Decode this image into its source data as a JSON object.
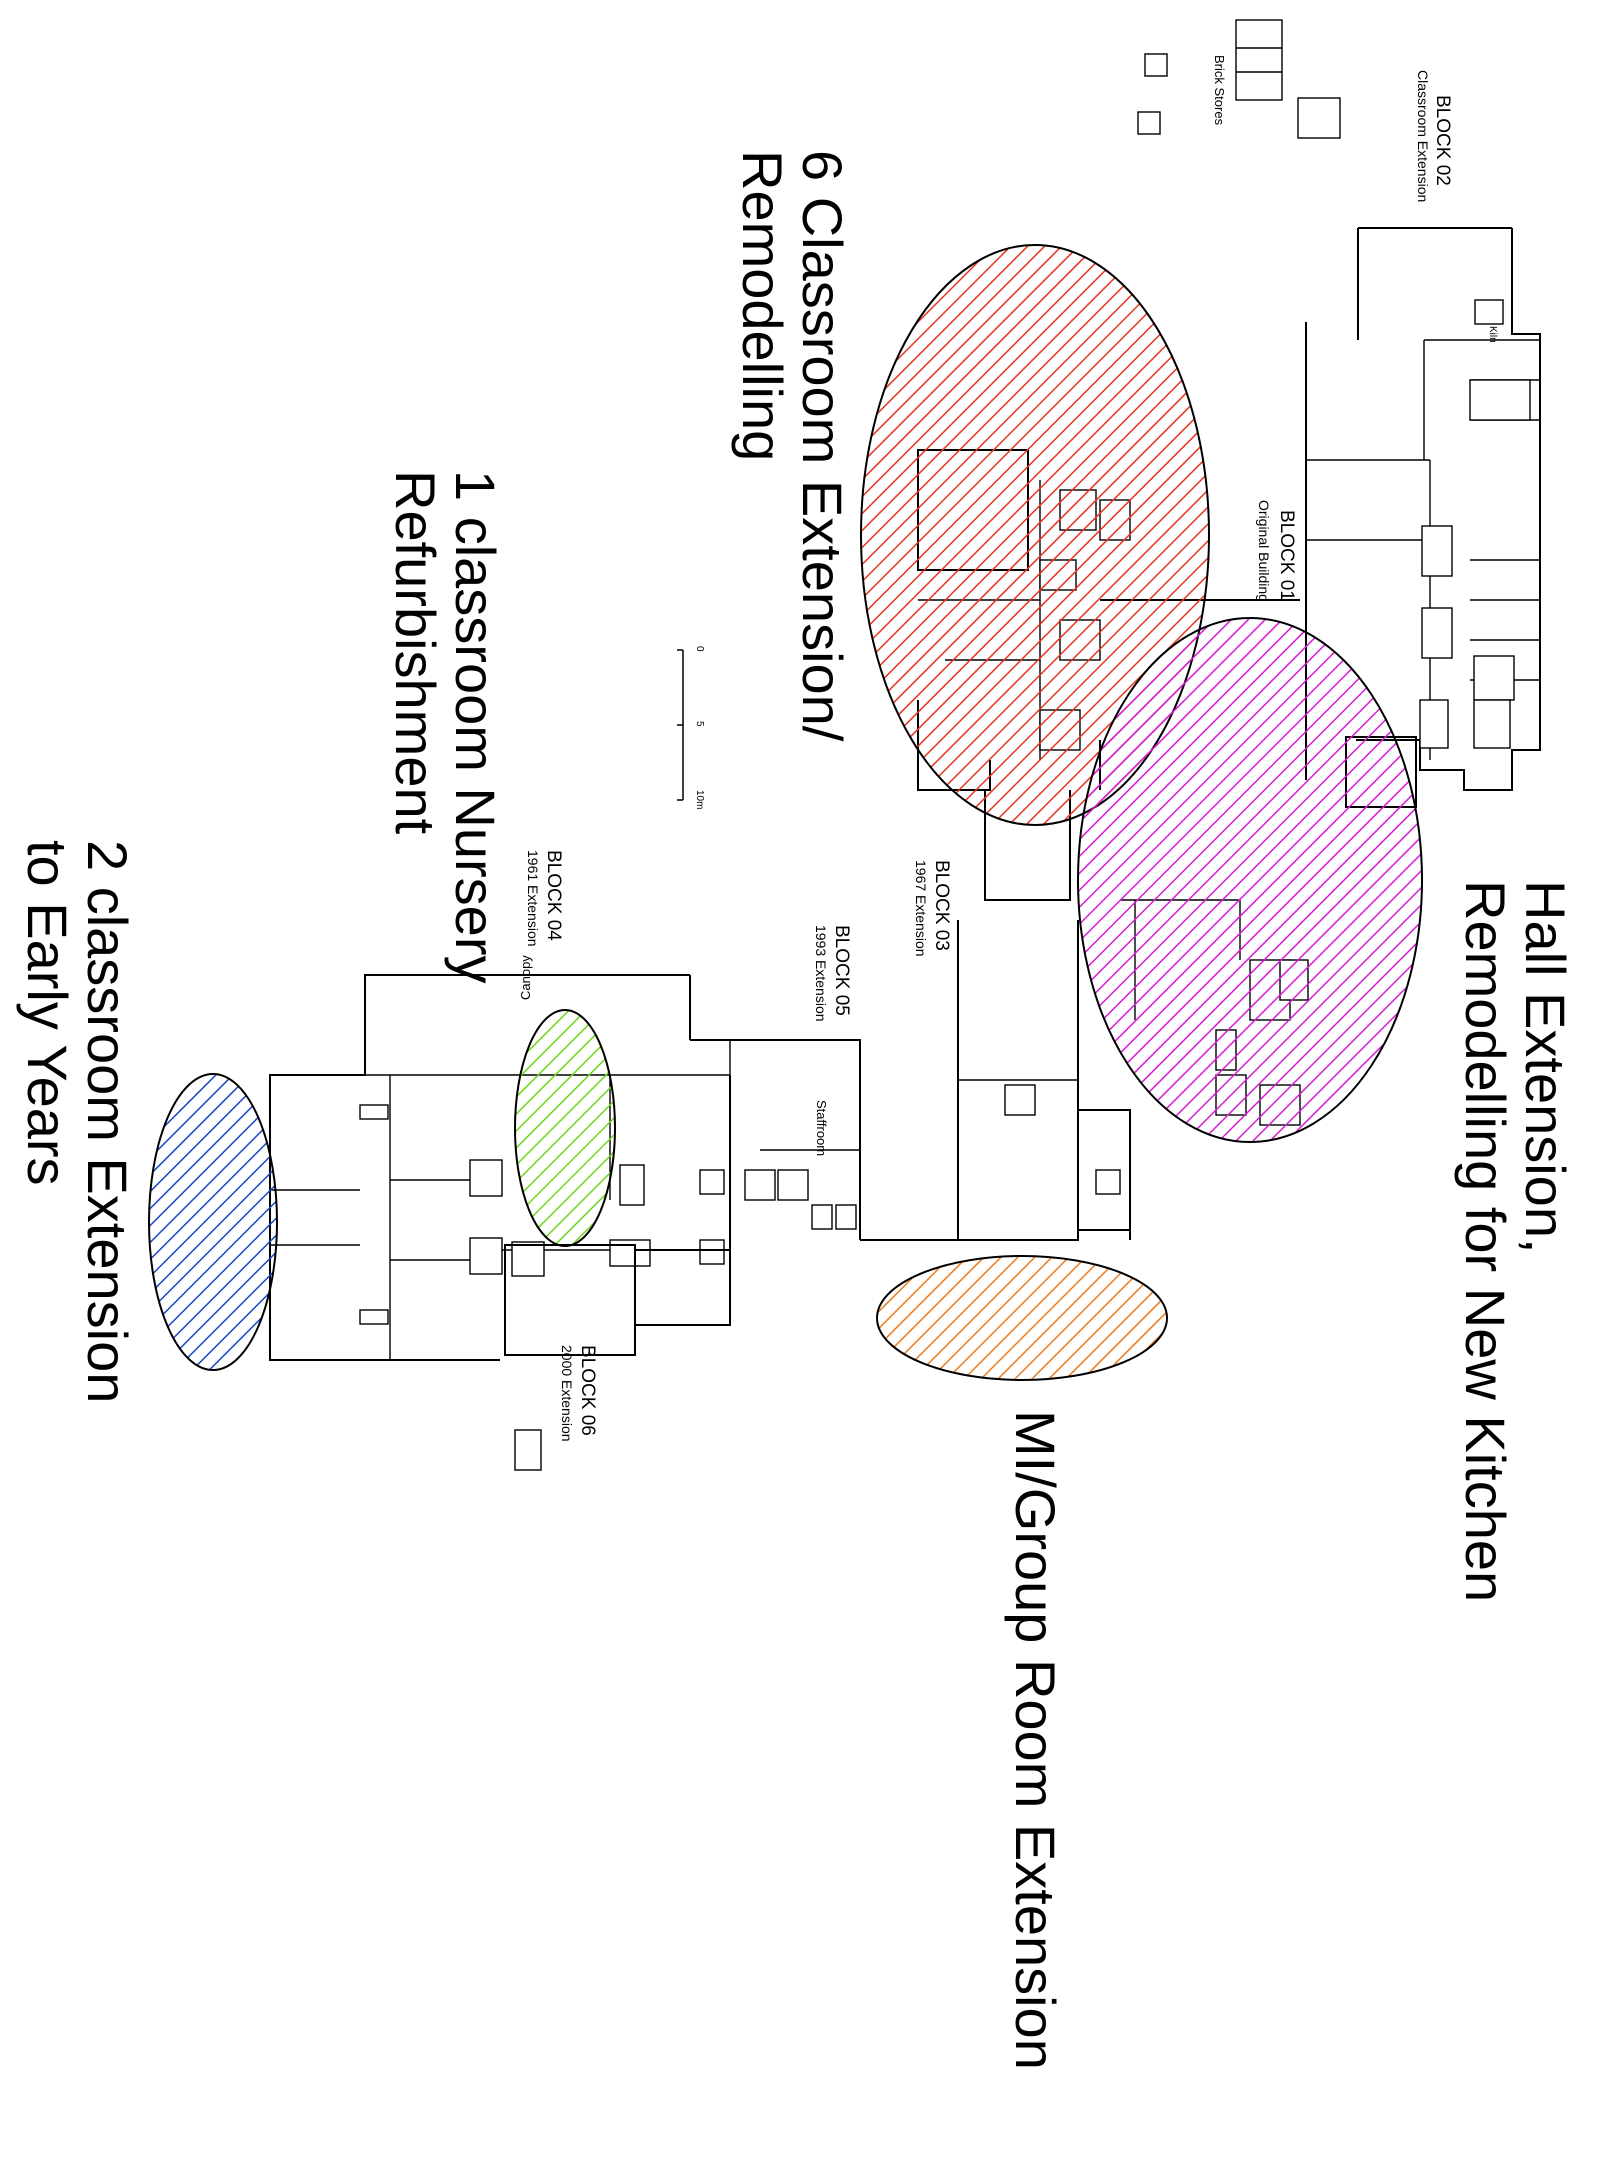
{
  "annotations": {
    "hall_extension_line1": "Hall Extension,",
    "hall_extension_line2": "Remodelling for New Kitchen",
    "classroom6_line1": "6 Classroom Extension/",
    "classroom6_line2": "Remodelling",
    "nursery_line1": "1 classroom Nursery",
    "nursery_line2": "Refurbishment",
    "early_years_line1": "2 classroom Extension",
    "early_years_line2": "to Early Years",
    "mi_group": "MI/Group Room Extension"
  },
  "blocks": {
    "b01_title": "BLOCK 01",
    "b01_sub": "Original Building",
    "b02_title": "BLOCK 02",
    "b02_sub": "Classroom Extension",
    "b03_title": "BLOCK 03",
    "b03_sub": "1967 Extension",
    "b04_title": "BLOCK 04",
    "b04_sub": "1961 Extension",
    "b05_title": "BLOCK 05",
    "b05_sub": "1993 Extension",
    "b06_title": "BLOCK 06",
    "b06_sub": "2000 Extension"
  },
  "labels": {
    "brick_stores": "Brick Stores",
    "kiln": "Kiln",
    "staffroom": "Staffroom",
    "canopy": "Canopy"
  },
  "scale_bar": {
    "tick0": "0",
    "tick5": "5",
    "tick10": "10m"
  },
  "zone_colors": {
    "classroom_remodelling": "#e8341c",
    "hall_extension": "#d81ad8",
    "nursery": "#6fd61a",
    "early_years": "#1a46c8",
    "mi_group": "#ee7a1a"
  },
  "icons": [
    "hatched-zone-ellipse"
  ]
}
